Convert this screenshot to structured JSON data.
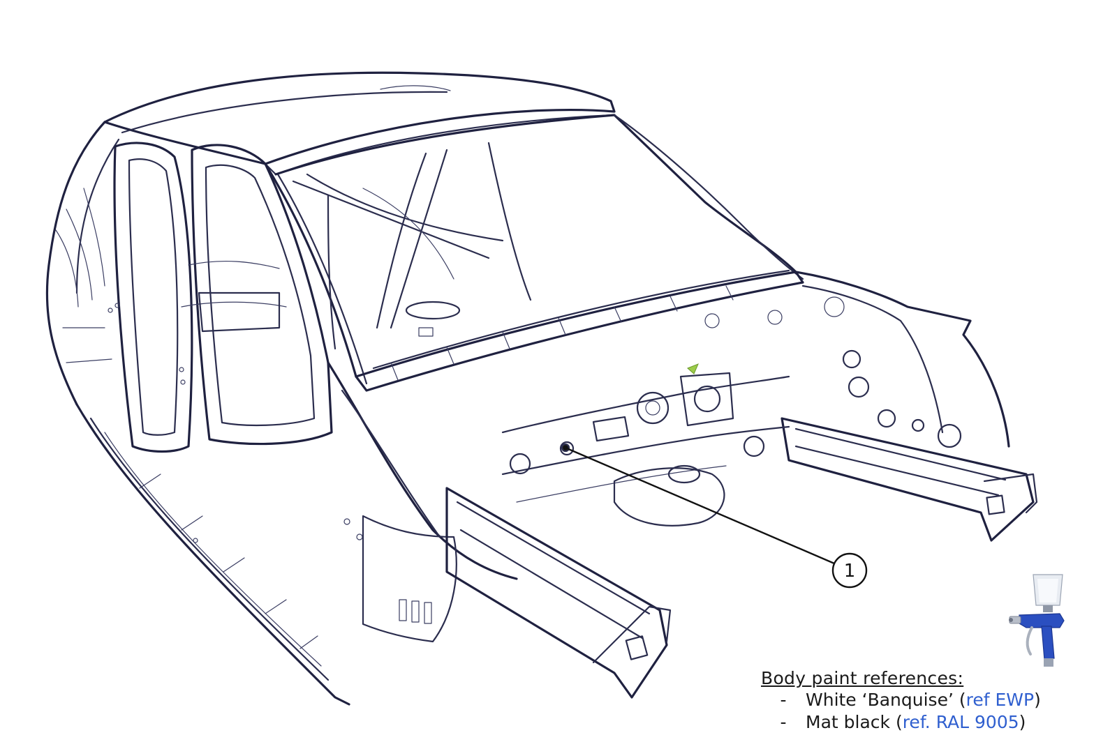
{
  "callout": {
    "number": "1"
  },
  "legend": {
    "title": "Body paint references:",
    "items": [
      {
        "dash": "-",
        "name_open": "White ‘Banquise’ (",
        "ref": "ref EWP",
        "close": ")"
      },
      {
        "dash": "-",
        "name_open": "Mat black (",
        "ref": "ref. RAL 9005",
        "close": ")"
      }
    ]
  },
  "colors": {
    "line": "#2b2d4e",
    "ref_link": "#2f5fcf",
    "spray_gun_body": "#2b4fc0",
    "spray_gun_cup": "#e8ecf2"
  },
  "icons": {
    "spray_gun": "spray-gun-icon"
  }
}
